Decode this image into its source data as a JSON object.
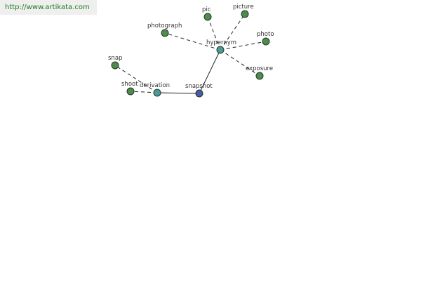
{
  "header": {
    "url": "http://www.artikata.com"
  },
  "graph": {
    "colors": {
      "synonym": "#4f8a4f",
      "relation": "#4a9a9a",
      "root": "#4a5aa8"
    },
    "nodes": [
      {
        "id": "snapshot",
        "label": "snapshot",
        "kind": "root"
      },
      {
        "id": "hypernym",
        "label": "hypernym",
        "kind": "relation"
      },
      {
        "id": "derivation",
        "label": "derivation",
        "kind": "relation"
      },
      {
        "id": "pic",
        "label": "pic",
        "kind": "synonym"
      },
      {
        "id": "picture",
        "label": "picture",
        "kind": "synonym"
      },
      {
        "id": "photograph",
        "label": "photograph",
        "kind": "synonym"
      },
      {
        "id": "photo",
        "label": "photo",
        "kind": "synonym"
      },
      {
        "id": "exposure",
        "label": "exposure",
        "kind": "synonym"
      },
      {
        "id": "snap",
        "label": "snap",
        "kind": "synonym"
      },
      {
        "id": "shoot",
        "label": "shoot",
        "kind": "synonym"
      }
    ],
    "edges": [
      {
        "from": "snapshot",
        "to": "hypernym",
        "style": "solid"
      },
      {
        "from": "snapshot",
        "to": "derivation",
        "style": "solid"
      },
      {
        "from": "hypernym",
        "to": "pic",
        "style": "dashed"
      },
      {
        "from": "hypernym",
        "to": "picture",
        "style": "dashed"
      },
      {
        "from": "hypernym",
        "to": "photograph",
        "style": "dashed"
      },
      {
        "from": "hypernym",
        "to": "photo",
        "style": "dashed"
      },
      {
        "from": "hypernym",
        "to": "exposure",
        "style": "dashed"
      },
      {
        "from": "derivation",
        "to": "snap",
        "style": "dashed"
      },
      {
        "from": "derivation",
        "to": "shoot",
        "style": "dashed"
      }
    ]
  }
}
